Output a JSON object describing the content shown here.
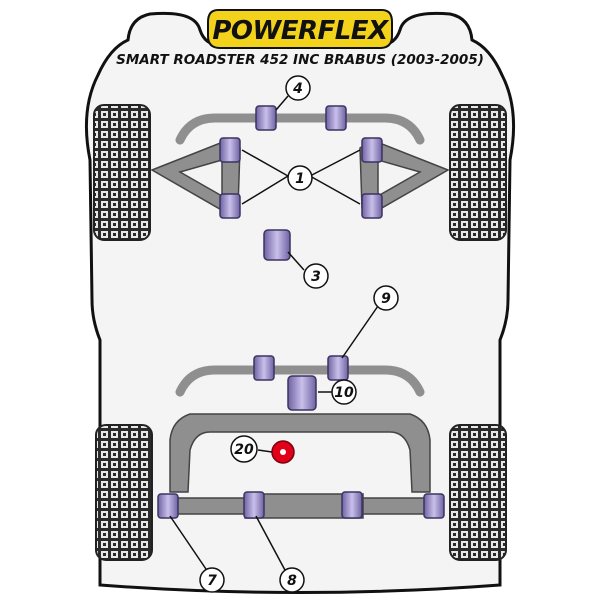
{
  "brand": {
    "logo_text": "POWERFLEX"
  },
  "title": "SMART ROADSTER 452 INC BRABUS (2003-2005)",
  "callouts": {
    "c1": "1",
    "c3": "3",
    "c4": "4",
    "c7": "7",
    "c8": "8",
    "c9": "9",
    "c10": "10",
    "c20": "20"
  },
  "colors": {
    "body_fill": "#f2f2f2",
    "outline": "#111111",
    "frame_grey": "#8f8f8f",
    "bush_purple": "#9d8fc7",
    "bush_dark": "#5b4f8a",
    "highlight_red": "#e0001a",
    "logo_yellow": "#f3d21b"
  }
}
